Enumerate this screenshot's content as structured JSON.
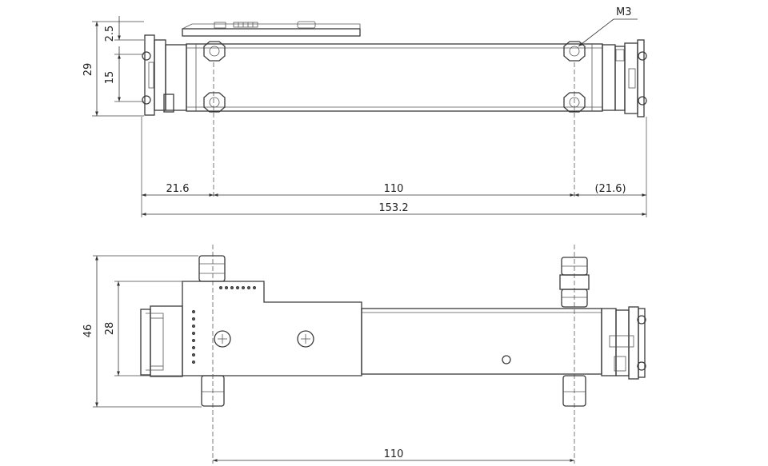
{
  "top_view": {
    "dimensions": {
      "d_2_5": "2.5",
      "d_29": "29",
      "d_15": "15",
      "d_21_6_left": "21.6",
      "d_110": "110",
      "d_21_6_right": "(21.6)",
      "d_153_2": "153.2"
    },
    "callouts": {
      "m3": "M3"
    }
  },
  "side_view": {
    "dimensions": {
      "d_46": "46",
      "d_28": "28",
      "d_110": "110"
    }
  },
  "colors": {
    "line": "#3a3a3a",
    "background": "#ffffff"
  }
}
